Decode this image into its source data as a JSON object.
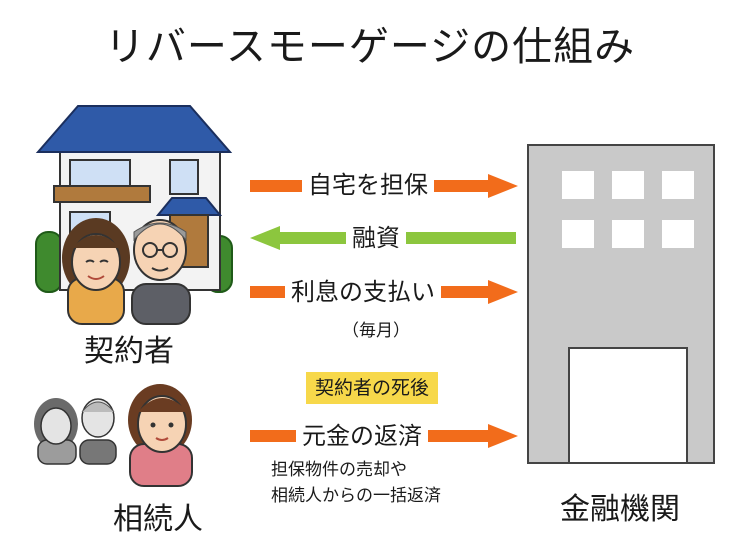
{
  "title": "リバースモーゲージの仕組み",
  "parties": {
    "contractor": "契約者",
    "heir": "相続人",
    "bank": "金融機関"
  },
  "flows": {
    "collateral": "自宅を担保",
    "loan": "融資",
    "interest": "利息の支払い",
    "interest_sub": "（毎月）",
    "after_death": "契約者の死後",
    "principal": "元金の返済",
    "principal_note_line1": "担保物件の売却や",
    "principal_note_line2": "相続人からの一括返済"
  },
  "colors": {
    "orange_arrow": "#f26c1b",
    "green_arrow": "#8cc63e",
    "building": "#c9c9c9",
    "roof": "#2f5aa8",
    "badge": "#f7d84a"
  }
}
